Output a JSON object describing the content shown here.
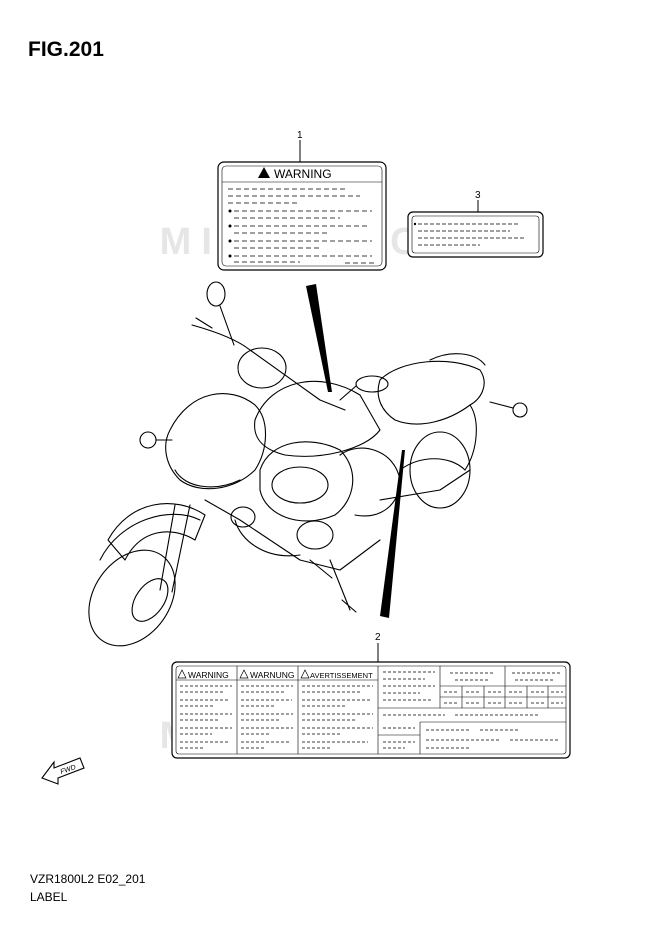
{
  "figure": {
    "title": "FIG.201"
  },
  "callouts": [
    "1",
    "2",
    "3"
  ],
  "warning_label": {
    "heading": "WARNING"
  },
  "multi_label": {
    "headings": [
      "WARNING",
      "WARNUNG",
      "AVERTISSEMENT"
    ]
  },
  "forward_mark": {
    "text": "FWD"
  },
  "watermark": {
    "text": "MICROFICHE"
  },
  "footer": {
    "model_code": "VZR1800L2 E02_201",
    "section_name": "LABEL"
  }
}
